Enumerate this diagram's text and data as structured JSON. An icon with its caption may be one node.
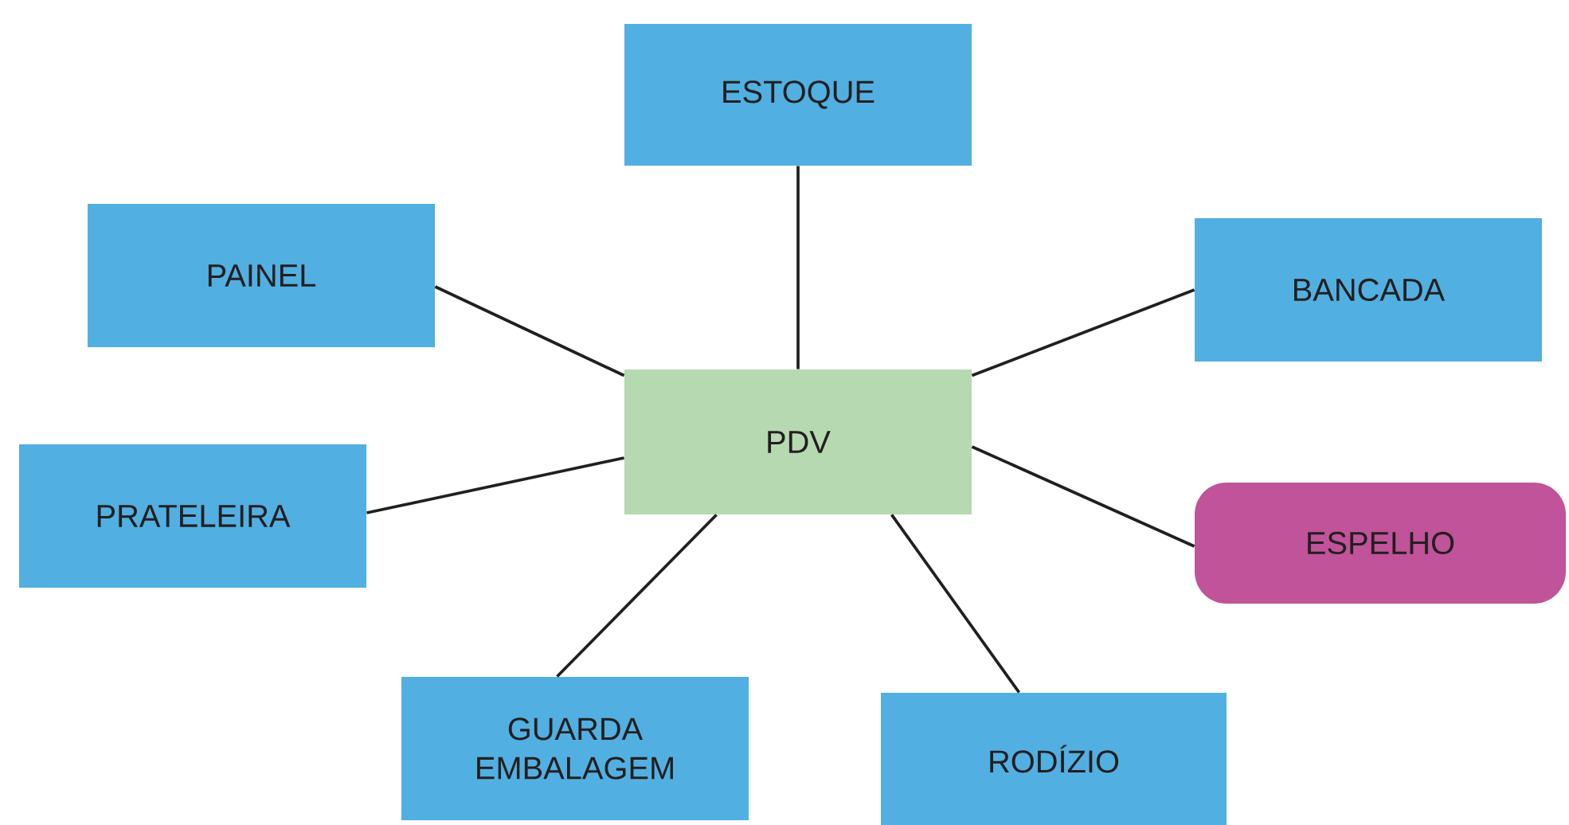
{
  "diagram": {
    "nodes": [
      {
        "text": [
          "PDV"
        ]
      },
      {
        "text": [
          "ESTOQUE"
        ]
      },
      {
        "text": [
          "PAINEL"
        ]
      },
      {
        "text": [
          "BANCADA"
        ]
      },
      {
        "text": [
          "PRATELEIRA"
        ]
      },
      {
        "text": [
          "ESPELHO"
        ]
      },
      {
        "text": [
          "GUARDA EMBALAGEM"
        ]
      },
      {
        "text": [
          "RODÍZIO"
        ]
      }
    ],
    "edges": [
      {
        "from": 0,
        "to": 1,
        "arrow": "none"
      },
      {
        "from": 0,
        "to": 2,
        "arrow": "none"
      },
      {
        "from": 0,
        "to": 3,
        "arrow": "none"
      },
      {
        "from": 0,
        "to": 4,
        "arrow": "none"
      },
      {
        "from": 0,
        "to": 5,
        "arrow": "none"
      },
      {
        "from": 0,
        "to": 6,
        "arrow": "none"
      },
      {
        "from": 0,
        "to": 7,
        "arrow": "none"
      }
    ]
  }
}
